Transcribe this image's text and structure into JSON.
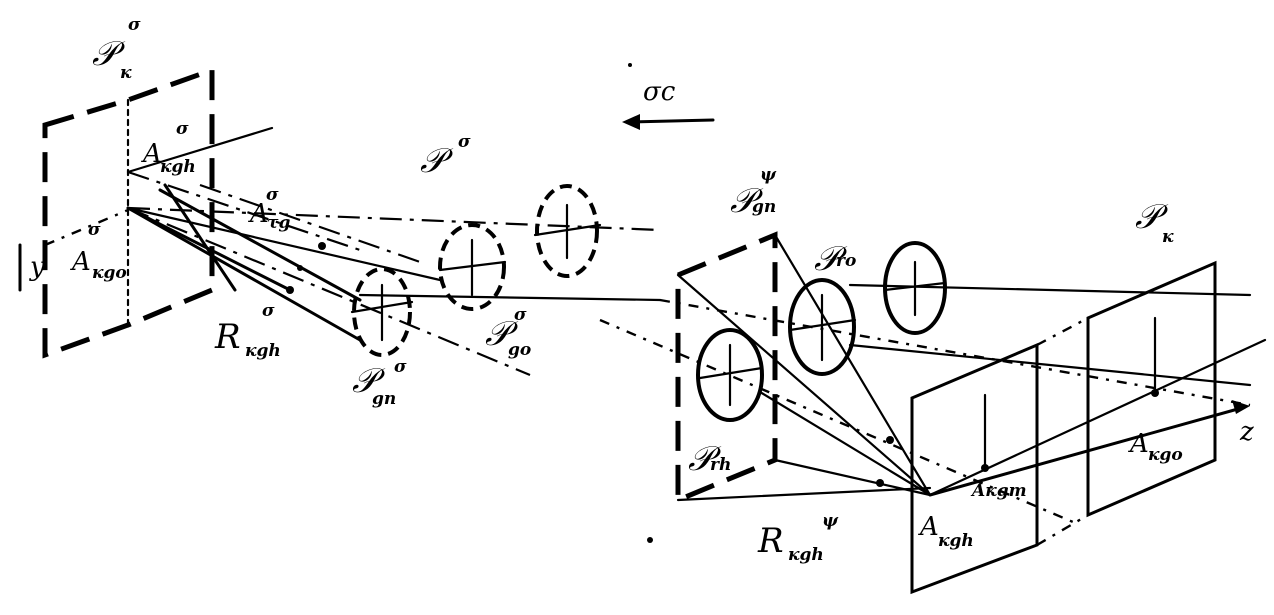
{
  "diagram": {
    "labels": {
      "pk_sigma_top": "𝒫",
      "pk_sigma_top_sub": "к",
      "pk_sigma_top_sup": "σ",
      "sigma_c": "σc",
      "a_kgh": "A",
      "a_kgh_sub": "кgh",
      "a_kgh_sup": "σ",
      "a_tg": "A",
      "a_tg_sub": "τg",
      "a_tg_sup": "σ",
      "p_center": "𝒫",
      "p_center_sup": "σ",
      "a_kgo_left": "A",
      "a_kgo_left_sub": "кgo",
      "a_kgo_left_sup": "σ",
      "y_axis": "y",
      "r_kgh_left": "R",
      "r_kgh_left_sub": "кgh",
      "r_kgh_left_sup": "σ",
      "p_go": "𝒫",
      "p_go_sub": "go",
      "p_go_sup": "σ",
      "p_gn": "𝒫",
      "p_gn_sub": "gn",
      "p_gn_sup": "σ",
      "p_gn_right": "𝒫",
      "p_gn_right_sub": "gn",
      "p_gn_right_sup": "ψ",
      "p_ro": "𝒫",
      "p_ro_sub": "ro",
      "p_k_right": "𝒫",
      "p_k_right_sub": "к",
      "p_rh": "𝒫",
      "p_rh_sub": "rh",
      "r_kgh_right": "R",
      "r_kgh_right_sub": "кgh",
      "r_kgh_right_sup": "ψ",
      "a_kgh_right": "A",
      "a_kgh_right_sub": "кgh",
      "a_kgm": "Aкgm",
      "a_kgo_right": "A",
      "a_kgo_right_sub": "кgo",
      "z_axis": "z"
    }
  }
}
